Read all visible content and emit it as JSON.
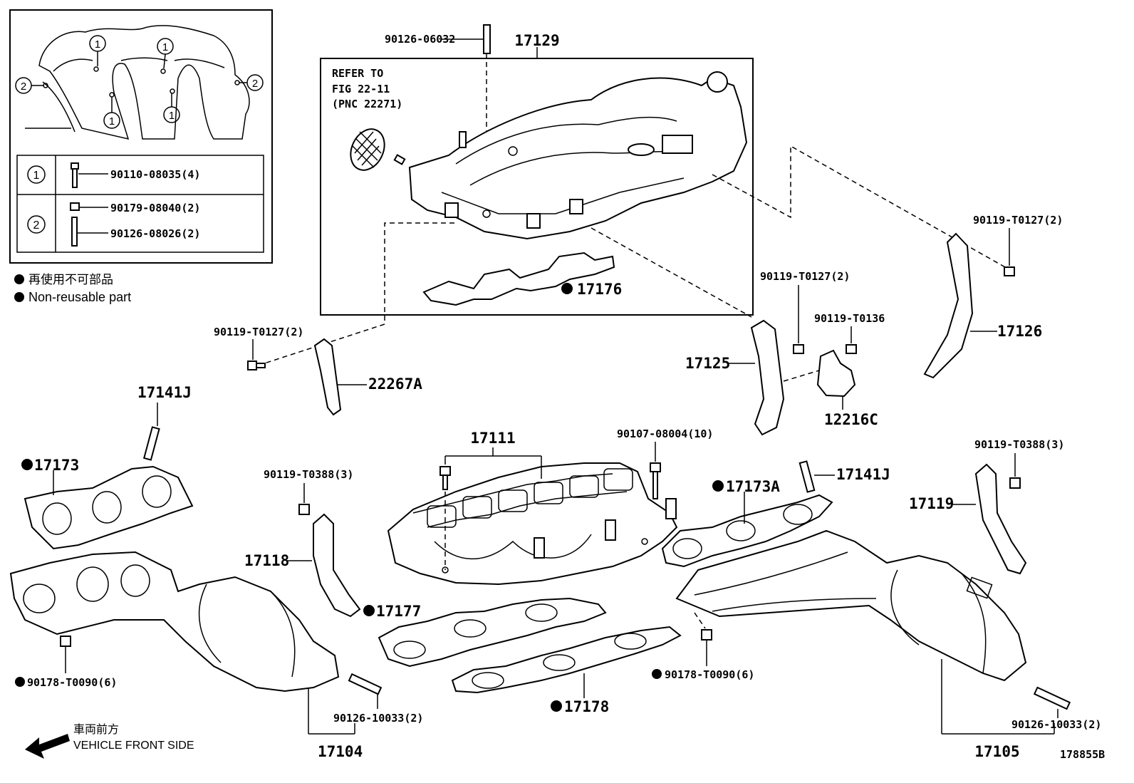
{
  "inset": {
    "legend_rows": [
      {
        "marker": "1",
        "parts": [
          "90110-08035(4)"
        ]
      },
      {
        "marker": "2",
        "parts": [
          "90179-08040(2)",
          "90126-08026(2)"
        ]
      }
    ],
    "callout_1": "1",
    "callout_2": "2"
  },
  "legend": {
    "jp": "再使用不可部品",
    "en": "Non-reusable part"
  },
  "refer_note": [
    "REFER TO",
    "FIG 22-11",
    "(PNC 22271)"
  ],
  "labels": {
    "p90126_06032": "90126-06032",
    "p17129": "17129",
    "p17176": "17176",
    "p90119_T0127_r": "90119-T0127(2)",
    "p90119_T0127_m": "90119-T0127(2)",
    "p90119_T0127_l": "90119-T0127(2)",
    "p90119_T0136": "90119-T0136",
    "p17126": "17126",
    "p17125": "17125",
    "p12216C": "12216C",
    "p22267A": "22267A",
    "p17141J_l": "17141J",
    "p17141J_r": "17141J",
    "p17173": "17173",
    "p17173A": "17173A",
    "p17111": "17111",
    "p90107_08004": "90107-08004(10)",
    "p90119_T0388_l": "90119-T0388(3)",
    "p90119_T0388_r": "90119-T0388(3)",
    "p17118": "17118",
    "p17119": "17119",
    "p17177": "17177",
    "p17178": "17178",
    "p90178_T0090_l": "90178-T0090(6)",
    "p90178_T0090_r": "90178-T0090(6)",
    "p90126_10033_l": "90126-10033(2)",
    "p90126_10033_r": "90126-10033(2)",
    "p17104": "17104",
    "p17105": "17105"
  },
  "direction": {
    "jp": "車両前方",
    "en": "VEHICLE FRONT SIDE"
  },
  "figure_code": "178855B"
}
